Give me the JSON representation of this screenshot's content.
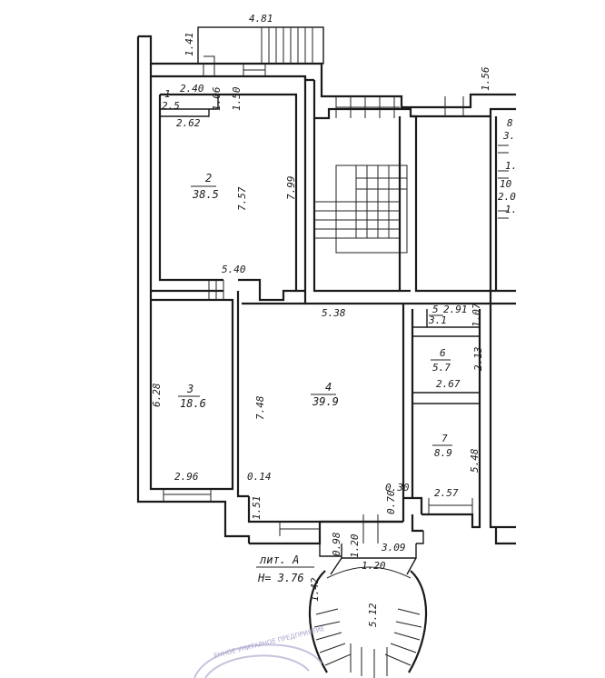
{
  "rooms": [
    {
      "id": "1",
      "area": "2.5"
    },
    {
      "id": "2",
      "area": "38.5"
    },
    {
      "id": "3",
      "area": "18.6"
    },
    {
      "id": "4",
      "area": "39.9"
    },
    {
      "id": "5",
      "area": "3.1"
    },
    {
      "id": "6",
      "area": "5.7"
    },
    {
      "id": "7",
      "area": "8.9"
    }
  ],
  "dimensions": {
    "top_porch": "4.81",
    "porch_side": "1.41",
    "r1_width": "2.40",
    "r1_height": "1.06",
    "r2_top": "1.50",
    "r1_bottom": "2.62",
    "r2_height": "7.57",
    "corridor_height": "7.99",
    "r2_bottom": "5.40",
    "right_top": "1.56",
    "r4_top": "5.38",
    "r5_width": "2.91",
    "r5_height": "1.07",
    "r6_height": "2.13",
    "r6_bottom": "2.67",
    "r3_height": "6.28",
    "r4_height": "7.48",
    "r7_height": "5.48",
    "r3_bottom": "2.96",
    "wall_thickness": "0.14",
    "corner_a": "0.30",
    "corner_b": "0.70",
    "r7_bottom": "2.57",
    "entry_left": "1.51",
    "vestibule_a": "0.98",
    "vestibule_b": "1.20",
    "vestibule_c": "1.20",
    "vestibule_d": "3.09",
    "stair_left": "1.42",
    "stair_arc": "5.12"
  },
  "partial_labels": [
    "8",
    "3.",
    "1.",
    "10",
    "2.0",
    "1."
  ],
  "title": {
    "liter": "лит. А",
    "height": "Н= 3.76"
  },
  "stamp_text": "ЕННОЕ УНИТАРНОЕ ПРЕДПРИЯТИЕ"
}
